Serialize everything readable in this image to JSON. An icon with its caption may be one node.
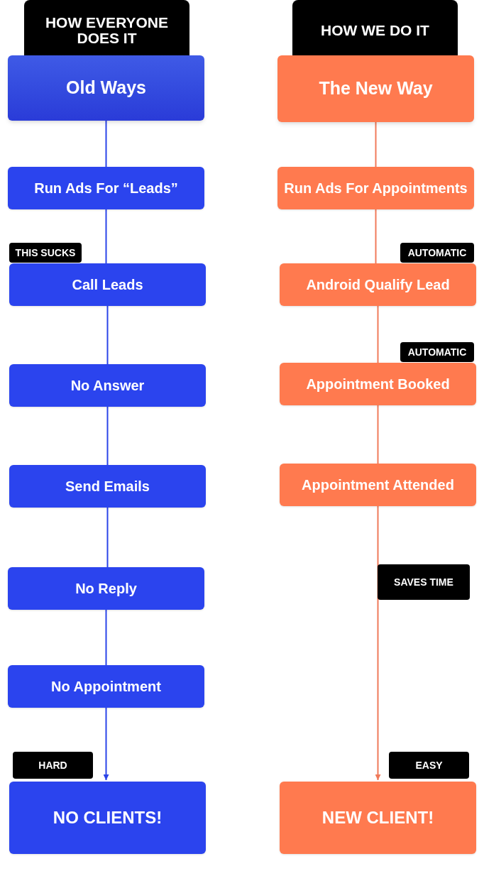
{
  "diagram": {
    "nodes": [
      {
        "text": [
          "HOW EVERYONE DOES IT"
        ]
      },
      {
        "text": [
          "Old Ways"
        ]
      },
      {
        "text": [
          "Run Ads For “Leads”"
        ]
      },
      {
        "text": [
          "THIS SUCKS"
        ]
      },
      {
        "text": [
          "Call Leads"
        ]
      },
      {
        "text": [
          "No Answer"
        ]
      },
      {
        "text": [
          "Send Emails"
        ]
      },
      {
        "text": [
          "No Reply"
        ]
      },
      {
        "text": [
          "No Appointment"
        ]
      },
      {
        "text": [
          "HARD"
        ]
      },
      {
        "text": [
          "NO CLIENTS!"
        ]
      },
      {
        "text": [
          "HOW WE DO IT"
        ]
      },
      {
        "text": [
          "The New Way"
        ]
      },
      {
        "text": [
          "Run Ads For Appointments"
        ]
      },
      {
        "text": [
          "AUTOMATIC"
        ]
      },
      {
        "text": [
          "Android Qualify Lead"
        ]
      },
      {
        "text": [
          "AUTOMATIC"
        ]
      },
      {
        "text": [
          "Appointment Booked"
        ]
      },
      {
        "text": [
          "Appointment Attended"
        ]
      },
      {
        "text": [
          "SAVES TIME"
        ]
      },
      {
        "text": [
          "EASY"
        ]
      },
      {
        "text": [
          "NEW CLIENT!"
        ]
      }
    ],
    "edges": [
      {
        "from": 1,
        "to": 2,
        "arrow": "none",
        "color": "#2b44e8"
      },
      {
        "from": 2,
        "to": 4,
        "arrow": "none",
        "color": "#2b44e8"
      },
      {
        "from": 4,
        "to": 5,
        "arrow": "none",
        "color": "#2b44e8"
      },
      {
        "from": 5,
        "to": 6,
        "arrow": "none",
        "color": "#2b44e8"
      },
      {
        "from": 6,
        "to": 7,
        "arrow": "none",
        "color": "#2b44e8"
      },
      {
        "from": 7,
        "to": 8,
        "arrow": "none",
        "color": "#2b44e8"
      },
      {
        "from": 8,
        "to": 10,
        "arrow": "to",
        "color": "#2b44e8"
      },
      {
        "from": 12,
        "to": 13,
        "arrow": "none",
        "color": "#f07a5a"
      },
      {
        "from": 13,
        "to": 15,
        "arrow": "none",
        "color": "#f07a5a"
      },
      {
        "from": 15,
        "to": 17,
        "arrow": "none",
        "color": "#f07a5a"
      },
      {
        "from": 17,
        "to": 18,
        "arrow": "none",
        "color": "#f07a5a"
      },
      {
        "from": 18,
        "to": 21,
        "arrow": "to",
        "color": "#f07a5a"
      }
    ]
  }
}
